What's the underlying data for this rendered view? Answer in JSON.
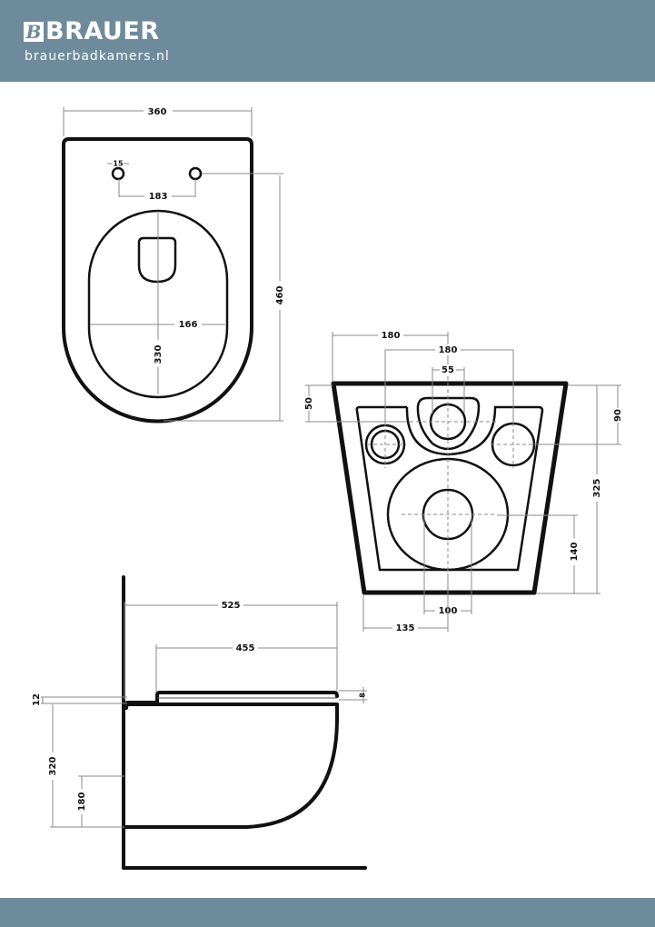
{
  "header": {
    "brand": "BRAUER",
    "logo_letter": "B",
    "website": "brauerbadkamers.nl"
  },
  "colors": {
    "band": "#6d8b9b",
    "line": "#111111",
    "dimension": "#8a8a8a"
  },
  "top_view": {
    "width": "360",
    "hole": "15",
    "hole_spacing": "183",
    "bowl_width": "166",
    "bowl_length": "330",
    "length": "460"
  },
  "rear_view": {
    "half_width": "180",
    "bolt_spacing": "180",
    "inlet": "55",
    "inlet_height": "50",
    "bolt_height": "90",
    "height": "325",
    "outlet_height": "140",
    "outlet": "100",
    "outlet_offset": "135"
  },
  "side_view": {
    "length": "525",
    "seat_length": "455",
    "seat_gap": "12",
    "height": "320",
    "outlet_height": "180",
    "seat_thickness": "8"
  }
}
